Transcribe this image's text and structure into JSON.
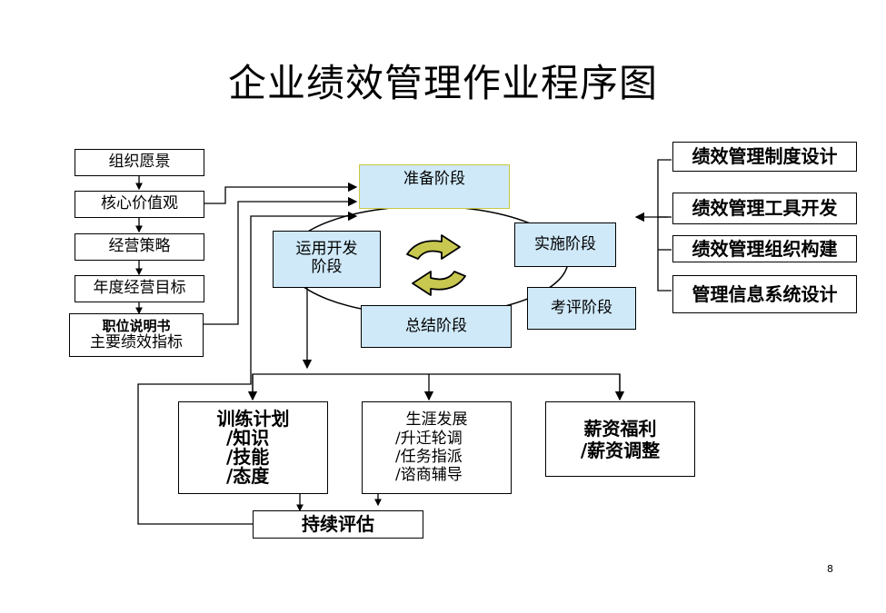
{
  "title": "企业绩效管理作业程序图",
  "left_column": {
    "vision": "组织愿景",
    "core_values": "核心价值观",
    "strategy": "经营策略",
    "annual_goals": "年度经营目标",
    "job_desc_1": "职位说明书",
    "job_desc_2": "主要绩效指标"
  },
  "cycle": {
    "prepare": "准备阶段",
    "implement": "实施阶段",
    "evaluate": "考评阶段",
    "summary": "总结阶段",
    "apply_1": "运用开发",
    "apply_2": "阶段"
  },
  "right_column": {
    "system_design": "绩效管理制度设计",
    "tool_dev": "绩效管理工具开发",
    "org_build": "绩效管理组织构建",
    "mis_design": "管理信息系统设计"
  },
  "outcomes": {
    "training": [
      "训练计划",
      "/知识",
      "/技能",
      "/态度"
    ],
    "career": [
      "生涯发展",
      "/升迁轮调",
      "/任务指派",
      "/谘商辅导"
    ],
    "pay": [
      "薪资福利",
      "/薪资调整"
    ]
  },
  "continuous_eval": "持续评估",
  "page_number": "8",
  "colors": {
    "stage_fill": "#cfe9f9",
    "prepare_border": "#c8c83c",
    "cycle_arrow": "#c8c850"
  },
  "icons": {
    "cycle": "circular-arrows-icon"
  }
}
